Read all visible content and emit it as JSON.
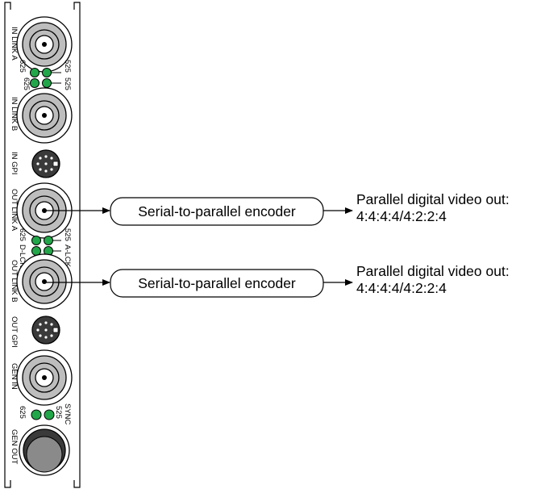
{
  "panel": {
    "connectors": {
      "in_link_a": "IN LINK A",
      "in_link_b": "IN LINK B",
      "in_gpi": "IN GPI",
      "out_link_a": "OUT LINK A",
      "out_link_b": "OUT LINK B",
      "out_gpi": "OUT GPI",
      "gen_in": "GEN IN",
      "gen_out": "GEN OUT"
    },
    "leds": {
      "in_top_left": "625",
      "in_top_right": "525",
      "in_bottom_left": "625",
      "in_bottom_right": "525",
      "out_top_left": "625",
      "out_top_right": "525",
      "out_a_lck": "A-LCK",
      "out_d_lck": "D-LCK",
      "sync_label": "SYNC",
      "sync_left": "625",
      "sync_right": "525"
    }
  },
  "flow": {
    "encoder_a": "Serial-to-parallel encoder",
    "encoder_b": "Serial-to-parallel encoder",
    "output_a_line1": "Parallel digital video out:",
    "output_a_line2": "4:4:4:4/4:2:2:4",
    "output_b_line1": "Parallel digital video out:",
    "output_b_line2": "4:4:4:4/4:2:2:4"
  },
  "colors": {
    "led_green": "#22a64a",
    "connector_gray": "#bdbdbd",
    "gen_out_dark": "#3a3a3a"
  }
}
